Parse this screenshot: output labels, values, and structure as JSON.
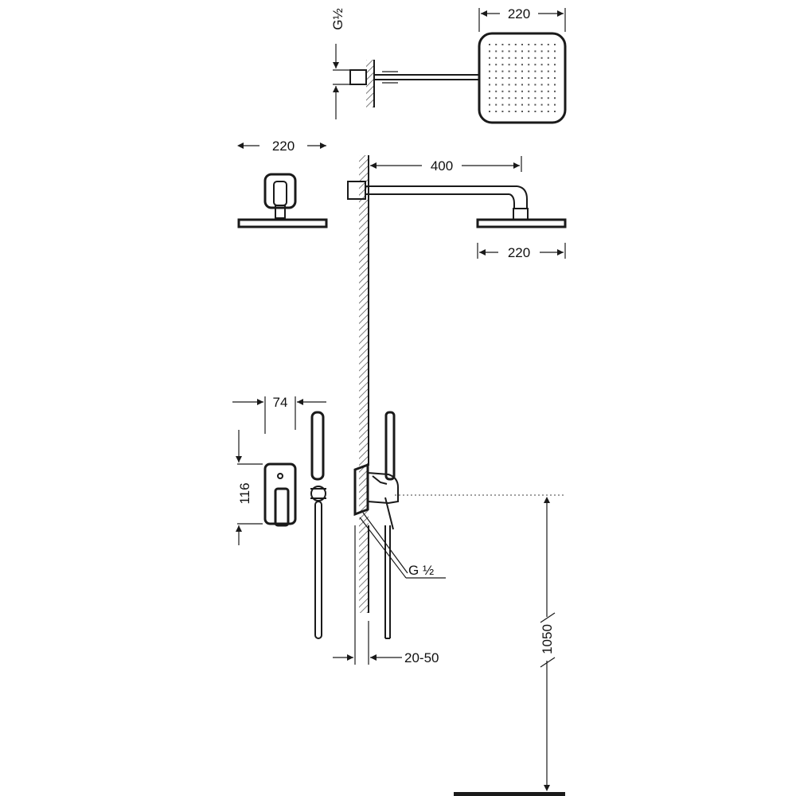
{
  "dimensions": {
    "head_top_width": "220",
    "head_side_width": "220",
    "arm_length": "400",
    "head_front_width": "220",
    "outlet_thread_top": "G½",
    "mixer_width": "74",
    "mixer_height": "116",
    "outlet_thread_bottom": "G ½",
    "wall_depth": "20-50",
    "mixer_height_from_floor": "1050"
  },
  "colors": {
    "line": "#1a1a1a",
    "hatch": "#555555",
    "background": "#ffffff"
  }
}
